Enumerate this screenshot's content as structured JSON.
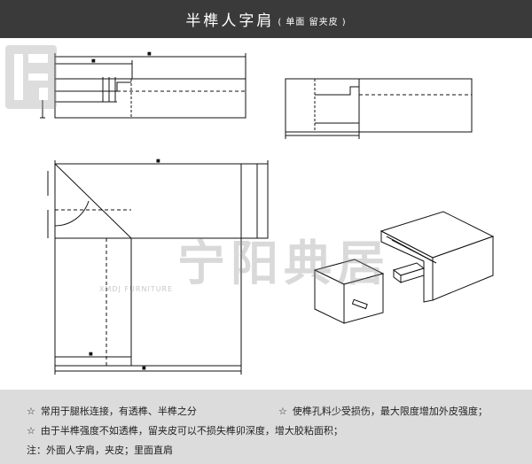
{
  "header": {
    "title": "半榫人字肩",
    "subtitle": "( 单面 留夹皮 )"
  },
  "watermark": {
    "brand": "宁阳典居",
    "english": "XMDJ FURNITURE"
  },
  "notes": [
    {
      "star": "☆",
      "text": "常用于腿枨连接，有透榫、半榫之分"
    },
    {
      "star": "☆",
      "text": "使榫孔料少受损伤，最大限度增加外皮强度；"
    },
    {
      "star": "☆",
      "text": "由于半榫强度不如透榫，留夹皮可以不损失榫卯深度，增大胶粘面积；"
    },
    {
      "text": "注：外面人字肩，夹皮；里面直肩"
    }
  ],
  "colors": {
    "header_bg": "#3a3a3a",
    "footer_bg": "#dcdcdc",
    "line": "#111111"
  }
}
